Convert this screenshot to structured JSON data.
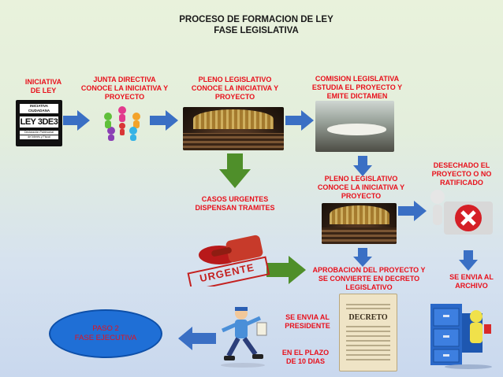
{
  "header": {
    "title_line1": "PROCESO DE FORMACION DE LEY",
    "title_line2": "FASE LEGISLATIVA"
  },
  "steps": {
    "iniciativa": [
      "INICIATIVA",
      "DE LEY"
    ],
    "junta": [
      "JUNTA DIRECTIVA",
      "CONOCE LA INICIATIVA Y",
      "PROYECTO"
    ],
    "pleno1": [
      "PLENO LEGISLATIVO",
      "CONOCE LA INICIATIVA Y",
      "PROYECTO"
    ],
    "comision": [
      "COMISION LEGISLATIVA",
      "ESTUDIA EL PROYECTO Y",
      "EMITE DICTAMEN"
    ],
    "pleno2": [
      "PLENO LEGISLATIVO",
      "CONOCE LA INICIATIVA Y",
      "PROYECTO"
    ],
    "desechado": [
      "DESECHADO EL",
      "PROYECTO O NO",
      "RATIFICADO"
    ],
    "urgentes": [
      "CASOS URGENTES",
      "DISPENSAN TRAMITES"
    ],
    "aprobacion": [
      "APROBACION DEL PROYECTO Y",
      "SE CONVIERTE EN DECRETO",
      "LEGISLATIVO"
    ],
    "archivo": [
      "SE ENVIA AL",
      "ARCHIVO"
    ],
    "presidente": [
      "SE ENVIA AL",
      "PRESIDENTE"
    ],
    "plazo": [
      "EN EL PLAZO",
      "DE 10 DIAS"
    ],
    "paso2": [
      "PASO 2",
      "FASE EJECUTIVA"
    ]
  },
  "images": {
    "logo_top": "INICIATIVA CIUDADANA",
    "logo_main": "LEY 3DE3",
    "logo_bottom_1": "Declaración Patrimonial",
    "logo_bottom_2": "de Interés y Fiscal",
    "stamp": "URGENTE",
    "decree": "DECRETO"
  },
  "colors": {
    "label_red": "#e8101b",
    "arrow_blue": "#3a6fc4",
    "arrow_green": "#4f8f2a",
    "oval_blue": "#1f6fd6"
  }
}
